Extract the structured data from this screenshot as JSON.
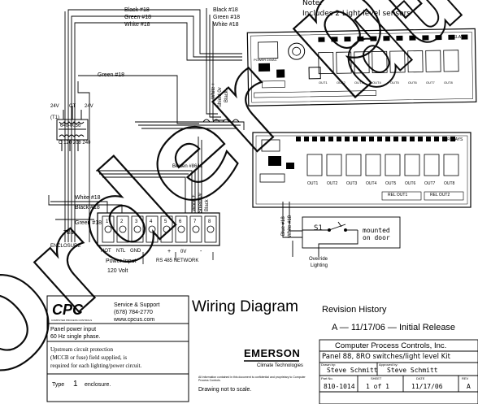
{
  "notes": {
    "note_label": "Note:",
    "note_text": "Includes 2 Light level sensors"
  },
  "wire_labels": {
    "top_black": "Black #18",
    "top_green": "Green #18",
    "top_white": "White #18",
    "right_black": "Black #18",
    "right_green": "Green #18",
    "right_white": "White #18",
    "green_mid": "Green #18",
    "white_low": "White #18",
    "black_low": "Black #18",
    "green_low": "Green #18",
    "belden": "Belden #8641",
    "vertical_white": "White +",
    "vertical_shield": "Shield 0v",
    "vertical_black": "Black -",
    "bus_white": "White +",
    "bus_shield": "Shield 0v",
    "bus_black": "Black -",
    "override_blue": "Blue #18",
    "override_white": "White #18"
  },
  "transformer": {
    "left_voltage": "24V",
    "center_tap": "CT",
    "right_voltage": "24V",
    "id": "(T1)",
    "part": "640-0056",
    "primary_taps": "C 120  208  240"
  },
  "terminal_block": {
    "id": "TB1",
    "enclosure_label": "ENCLOSURE",
    "hot_label": "HOT",
    "ntl_label": "NTL",
    "gnd_label": "GND",
    "power_input": "Power Input",
    "volt_label": "120 Volt",
    "terminals": [
      "1",
      "2",
      "3",
      "4",
      "5",
      "6",
      "7",
      "8"
    ],
    "rs485_plus": "+",
    "rs485_0v": "0V",
    "rs485_minus": "-",
    "rs485_label": "RS 485 NETWORK"
  },
  "board_top": {
    "relays": "RELAYS",
    "outs": [
      "OUT1",
      "OUT2",
      "OUT3",
      "OUT4",
      "OUT5",
      "OUT6",
      "OUT7",
      "OUT8"
    ],
    "power_label": "POWER 24VAC"
  },
  "board_bottom": {
    "relays": "RELAYS",
    "outs": [
      "OUT1",
      "OUT2",
      "OUT3",
      "OUT4",
      "OUT5",
      "OUT6",
      "OUT7",
      "OUT8"
    ],
    "relay_labels": [
      "REL OUT1",
      "REL OUT2"
    ]
  },
  "switch": {
    "id": "S1",
    "mounted": "mounted",
    "on_door": "on door",
    "override": "Override",
    "lighting": "Lighting"
  },
  "cpc_box": {
    "logo": "CPC",
    "tagline": "COMPUTER PROCESS CONTROLS",
    "service": "Service & Support",
    "phone": "(678) 784-2770",
    "web": "www.cpcus.com",
    "panel_power": "Panel power input",
    "fuse": "60  Hz single phase.",
    "protection_line1": "Upstream circuit protection",
    "protection_line2": "(MCCB or fuse) field supplied, is",
    "protection_line3": "required for each lighting/power circuit.",
    "type_label": "Type",
    "type_value": "1",
    "type_suffix": "enclosure."
  },
  "title_block": {
    "title": "Wiring Diagram",
    "revision_title": "Revision History",
    "revision_entry": "A  —  11/17/06  —  Initial Release",
    "emerson": "EMERSON",
    "climate": "Climate Technologies",
    "confidential": "All information contained in this document is confidential and proprietary to Computer Process Controls.",
    "not_to_scale": "Drawing not to scale.",
    "company": "Computer Process Controls, Inc.",
    "description": "Panel 88, 8RO switches/light level Kit",
    "drawn_by_label": "Drawn by:",
    "drawn_by": "Steve Schmitt",
    "approved_by_label": "Approved by:",
    "approved_by": "Steve Schmitt",
    "part_no_label": "Part No.",
    "part_no": "810-1014",
    "sheet_label": "SHEET",
    "sheet": "1  of  1",
    "date_label": "DATE",
    "date": "11/17/06",
    "rev_label": "REV",
    "rev": "A"
  }
}
